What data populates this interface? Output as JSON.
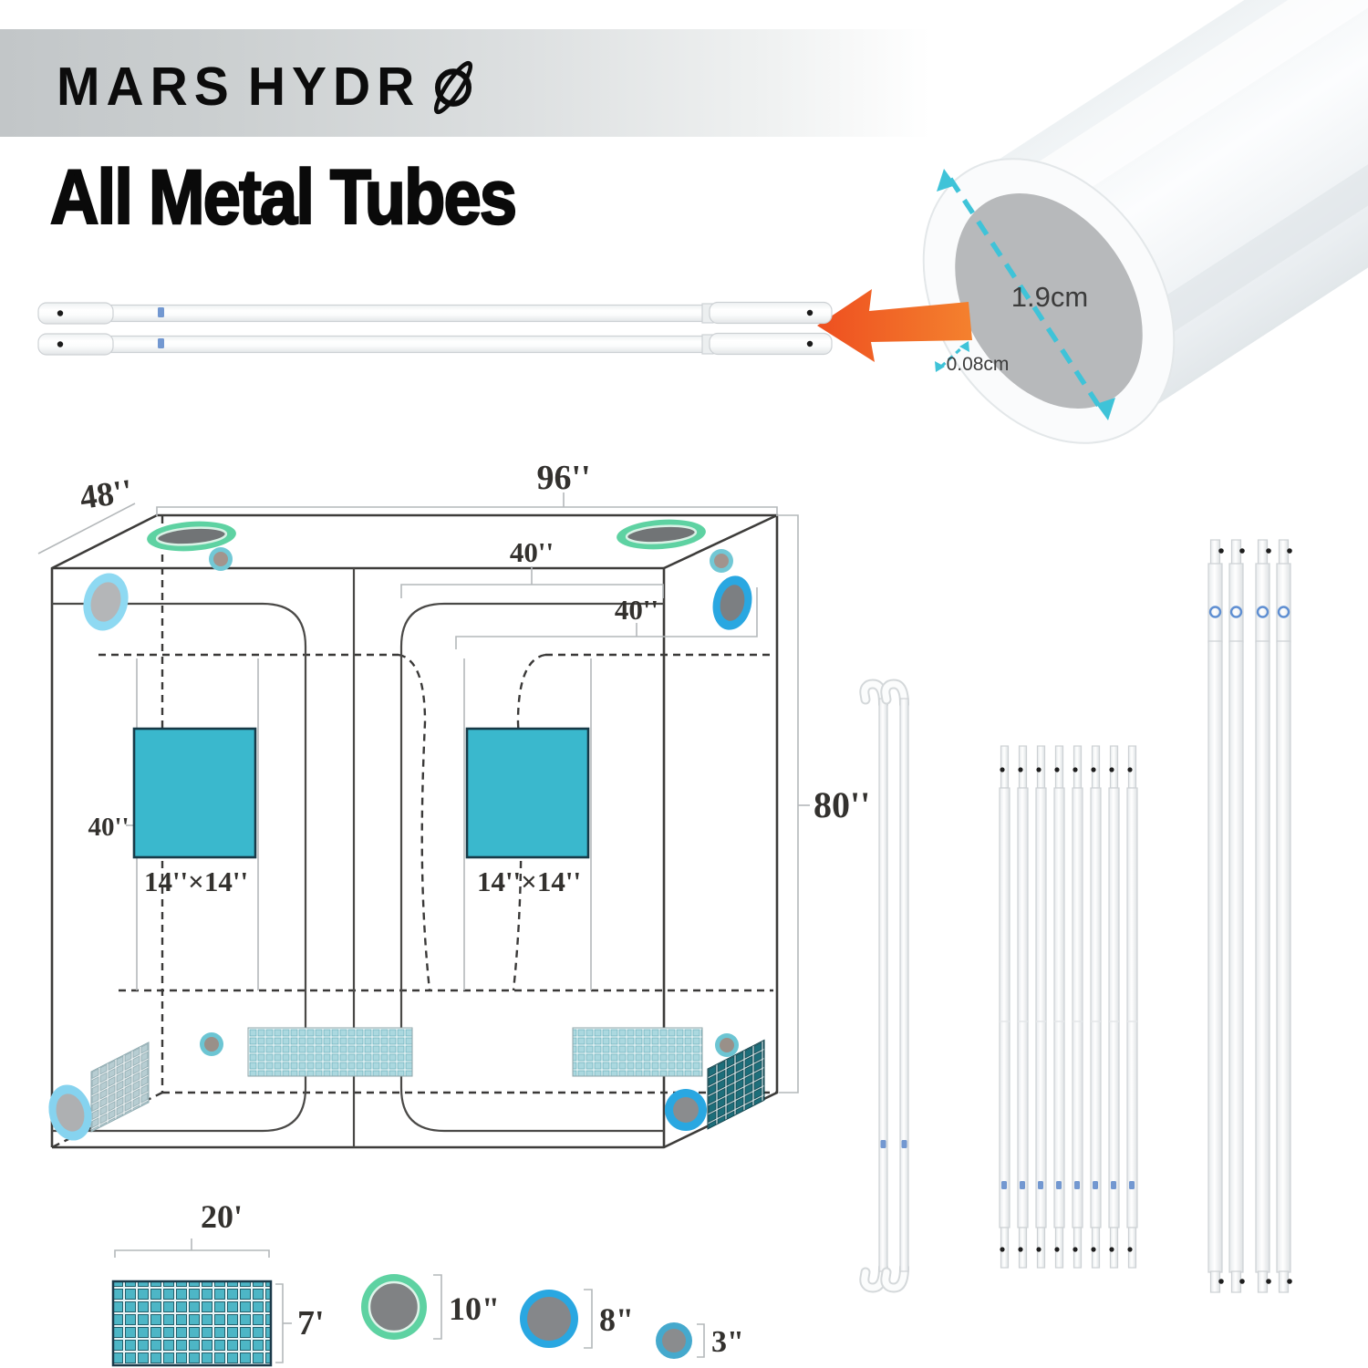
{
  "colors": {
    "teal": "#3ab8cd",
    "green_ring": "#5ed2a2",
    "blue_ring": "#29a7e1",
    "light_blue_ring": "#8ed9f2",
    "orange_arrow": "#f15a29",
    "dashed_teal": "#3fc3d8"
  },
  "header": {
    "brand_part1": "MARS",
    "brand_part2": "HYDR",
    "title": "All Metal Tubes"
  },
  "tube_detail": {
    "inner_diameter": "1.9cm",
    "wall_thickness": "0.08cm"
  },
  "tent": {
    "depth": "48''",
    "width": "96''",
    "height": "80''",
    "top_duct_left_width": "40''",
    "top_duct_right_width": "40''",
    "window_height": "40''",
    "duct_left_size": "14''×14''",
    "duct_right_size": "14''×14''"
  },
  "legend": {
    "mesh_width": "20'",
    "mesh_height": "7'",
    "vent_large": "10\"",
    "vent_medium": "8\"",
    "vent_small": "3\""
  }
}
